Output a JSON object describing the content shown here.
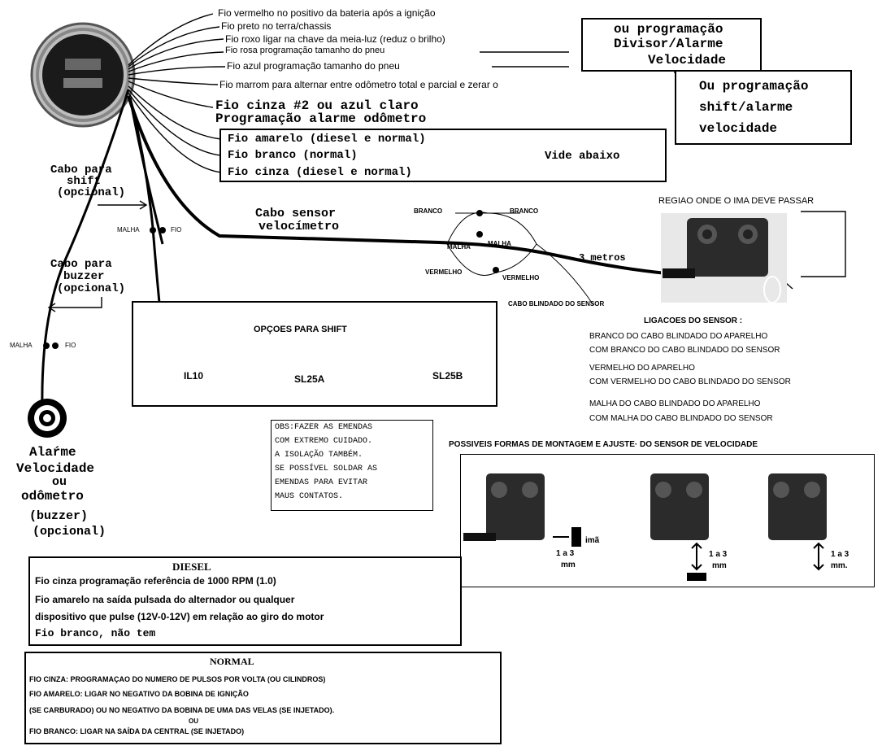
{
  "wires": {
    "red": "Fio vermelho no positivo da bateria  após a ignição",
    "black": "Fio preto no terra/chassis",
    "purple": "Fio roxo ligar na chave da meia-luz (reduz o brilho)",
    "pink": "Fio rosa programação tamanho do pneu",
    "blue": "Fio azul programação tamanho do pneu",
    "brown": "Fio marrom para alternar entre odômetro total e parcial e zerar  o",
    "gray2_line1": "Fio cinza #2 ou azul claro",
    "gray2_line2": "Programação alarme odômetro"
  },
  "divisor_box": {
    "line1": "ou programação",
    "line2": "Divisor/Alarme",
    "line3": "Velocidade"
  },
  "shift_box": {
    "line1": "Ou programação",
    "line2": "shift/alarme",
    "line3": "velocidade"
  },
  "wires_box": {
    "yellow": "Fio amarelo (diesel e normal)",
    "white": "Fio branco (normal)",
    "gray": "Fio cinza (diesel e normal)",
    "see_below": "Vide abaixo"
  },
  "left_labels": {
    "shift_cable": [
      "Cabo para",
      "shift",
      "(opcional)"
    ],
    "buzzer_cable": [
      "Cabo para",
      "buzzer",
      "(opcional)"
    ],
    "malha": "MALHA",
    "fio": "FIO",
    "alarm": [
      "Alaŕme",
      "Velocidade",
      "ou",
      "odômetro",
      "(buzzer)",
      "(opcional)"
    ]
  },
  "sensor_cable": {
    "label": [
      "Cabo sensor",
      "velocímetro"
    ],
    "branco_left": "BRANCO",
    "branco_right": "BRANCO",
    "malha_left": "MALHA",
    "malha_right": "MALHA",
    "vermelho_left": "VERMELHO",
    "vermelho_right": "VERMELHO",
    "length": "3 metros",
    "shielded": "CABO BLINDADO DO SENSOR"
  },
  "sensor_region_title": "REGIAO ONDE O IMA DEVE PASSAR",
  "shift_options": {
    "title": "OPÇOES PARA SHIFT",
    "opt1": "IL10",
    "opt2": "SL25A",
    "opt3": "SL25B"
  },
  "connections": {
    "title": "LIGACOES DO SENSOR :",
    "lines": [
      "BRANCO DO CABO BLINDADO DO APARELHO",
      "COM  BRANCO DO CABO BLINDADO DO SENSOR",
      "VERMELHO DO APARELHO",
      "COM VERMELHO DO CABO BLINDADO DO SENSOR",
      "MALHA DO CABO BLINDADO DO APARELHO",
      "COM  MALHA DO CABO BLINDADO DO SENSOR"
    ]
  },
  "obs_note": [
    "OBS:FAZER AS EMENDAS",
    "COM EXTREMO CUIDADO.",
    "A ISOLAÇÃO TAMBÉM.",
    "SE POSSÍVEL SOLDAR AS",
    "EMENDAS PARA EVITAR",
    "MAUS CONTATOS."
  ],
  "mounting": {
    "title": "POSSIVEIS FORMAS DE  MONTAGEM E AJUSTE· DO SENSOR DE VELOCIDADE",
    "ima": "imã",
    "gap1": [
      "1 a 3",
      "mm"
    ],
    "gap2": [
      "1 a 3",
      "mm"
    ],
    "gap3": [
      "1 a 3",
      "mm."
    ]
  },
  "diesel": {
    "title": "DIESEL",
    "lines": [
      "Fio cinza programação  referência de 1000 RPM (1.0)",
      "Fio amarelo na saída pulsada do alternador ou qualquer",
      "dispositivo que pulse (12V-0-12V) em relação ao giro do motor",
      "Fio branco, não tem"
    ]
  },
  "normal": {
    "title": "NORMAL",
    "lines": [
      "FIO CINZA: PROGRAMAÇAO DO NUMERO DE PULSOS POR VOLTA (OU CILINDROS)",
      "FIO AMARELO: LIGAR  NO NEGATIVO DA BOBINA DE IGNIÇÃO",
      "(SE CARBURADO) OU NO NEGATIVO DA BOBINA DE UMA DAS  VELAS (SE INJETADO).",
      "OU",
      "FIO BRANCO: LIGAR NA SAÍDA DA CENTRAL (SE INJETADO)"
    ]
  }
}
